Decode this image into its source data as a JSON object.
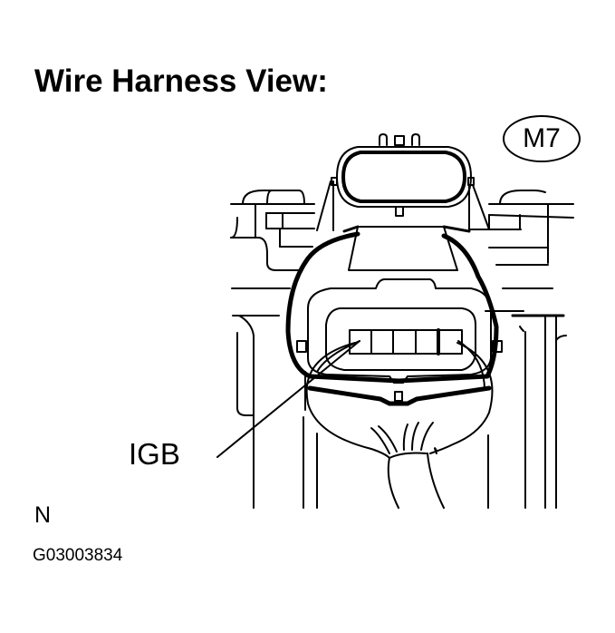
{
  "diagram": {
    "title": "Wire Harness View:",
    "connector_code": "M7",
    "terminal_callout": "IGB",
    "connector_side_label": "N",
    "figure_id": "G03003834",
    "connector": {
      "type": "wire-harness-side connector",
      "terminal_cavities": 5,
      "highlighted_terminal": "IGB"
    },
    "colors": {
      "line": "#000000",
      "background": "#ffffff"
    }
  }
}
